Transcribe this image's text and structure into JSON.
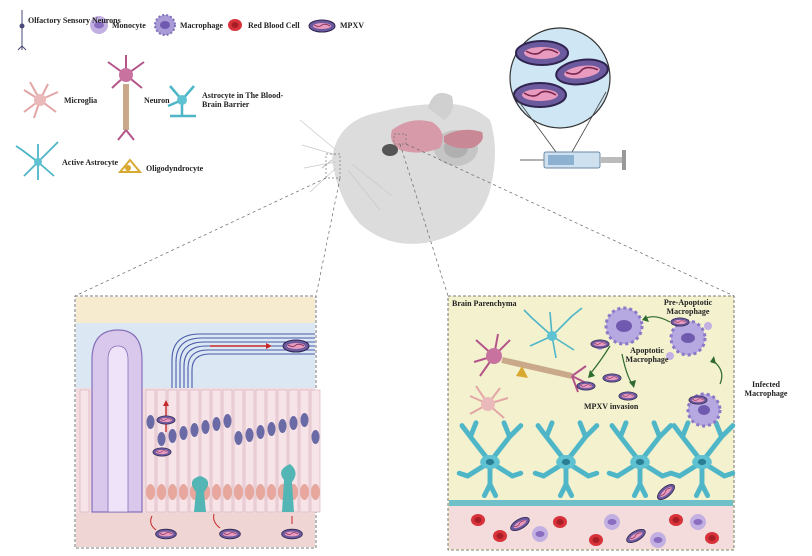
{
  "legend": {
    "olfactory": "Olfactory Sensory Neurons",
    "monocyte": "Monocyte",
    "macrophage": "Macrophage",
    "rbc": "Red Blood Cell",
    "mpxv": "MPXV",
    "microglia": "Microglia",
    "neuron": "Neuron",
    "astrocyte_bbb": "Astrocyte in The Blood-Brain Barrier",
    "active_astrocyte": "Active Astrocyte",
    "oligodendrocyte": "Oligodyndrocyte"
  },
  "brain_panel": {
    "title": "Brain Parenchyma",
    "pre_apoptotic": "Pre-Apoptotic Macrophage",
    "apoptotic": "Apoptotic Macrophage",
    "infected": "Infected Macrophage",
    "invasion": "MPXV invasion"
  },
  "colors": {
    "mpxv": "#5a4a8a",
    "mpxv_core": "#e89bbf",
    "monocyte": "#b9a3dc",
    "macrophage": "#9a8ad0",
    "rbc": "#d8323a",
    "astrocyte": "#4fb6c8",
    "microglia": "#e3a6a6",
    "neuron": "#b4558a",
    "mouse": "#d9d9d9",
    "panel_bg": "#f4f1cf",
    "epithelium": "#f3dbe0"
  }
}
